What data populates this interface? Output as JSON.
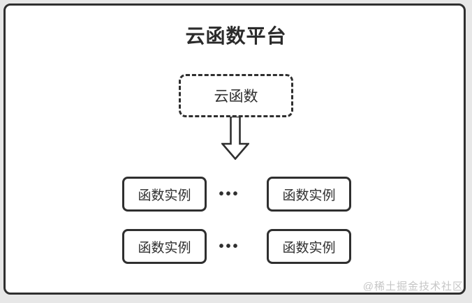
{
  "diagram": {
    "title": "云函数平台",
    "cloud_function": {
      "label": "云函数"
    },
    "rows": [
      {
        "left": "函数实例",
        "dots": "•••",
        "right": "函数实例"
      },
      {
        "left": "函数实例",
        "dots": "•••",
        "right": "函数实例"
      }
    ],
    "watermark": "@稀土掘金技术社区",
    "colors": {
      "border": "#2f2f2f",
      "text": "#2b2b2b",
      "card_bg": "#ffffff",
      "page_bg": "#e7e7e7",
      "watermark": "#c6c6c6"
    },
    "icons": {
      "down_arrow": "down-arrow-icon"
    }
  }
}
